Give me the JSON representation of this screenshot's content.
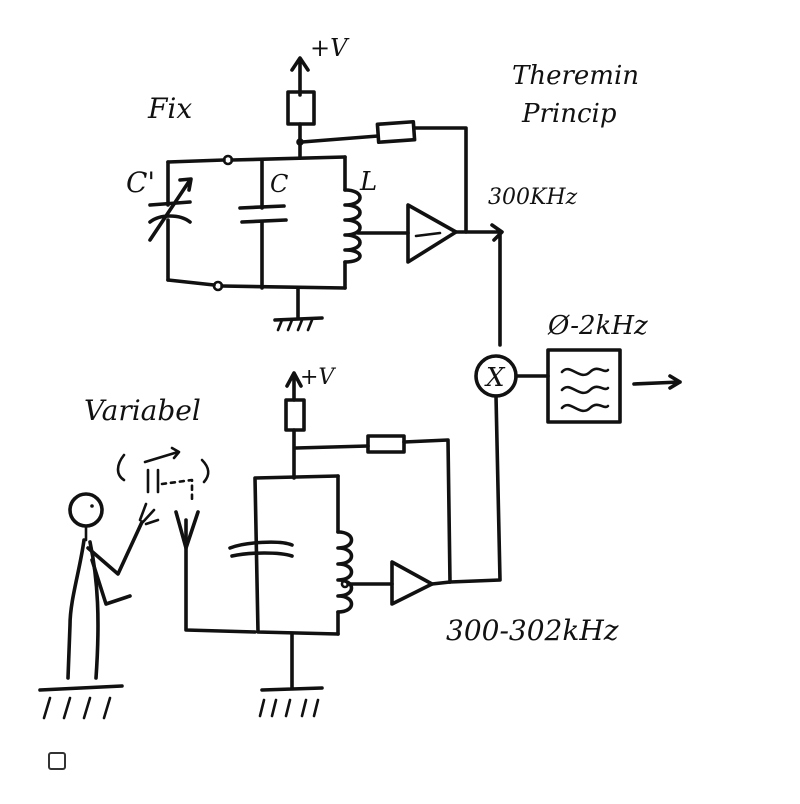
{
  "labels": {
    "title_line1": "Theremin",
    "title_line2": "Princip",
    "fix": "Fix",
    "c_prime": "C'",
    "c": "C",
    "l": "L",
    "plus_v_top": "+V",
    "plus_v_bottom": "+V",
    "freq_fixed": "300KHz",
    "freq_variable": "300-302kHz",
    "filter_band": "Ø-2kHz",
    "mixer": "X",
    "variabel": "Variabel"
  },
  "colors": {
    "ink": "#111111",
    "paper": "#ffffff"
  },
  "icons": {
    "checkbox": "checkbox-icon"
  }
}
